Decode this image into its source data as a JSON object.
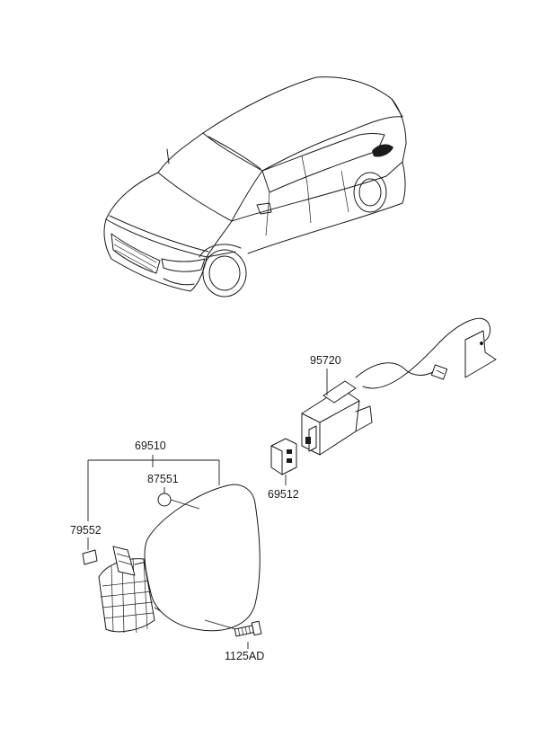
{
  "diagram": {
    "parts": [
      {
        "id": "p_95720",
        "number": "95720"
      },
      {
        "id": "p_69510",
        "number": "69510"
      },
      {
        "id": "p_87551",
        "number": "87551"
      },
      {
        "id": "p_79552",
        "number": "79552"
      },
      {
        "id": "p_69512",
        "number": "69512"
      },
      {
        "id": "p_1125AD",
        "number": "1125AD"
      }
    ]
  }
}
